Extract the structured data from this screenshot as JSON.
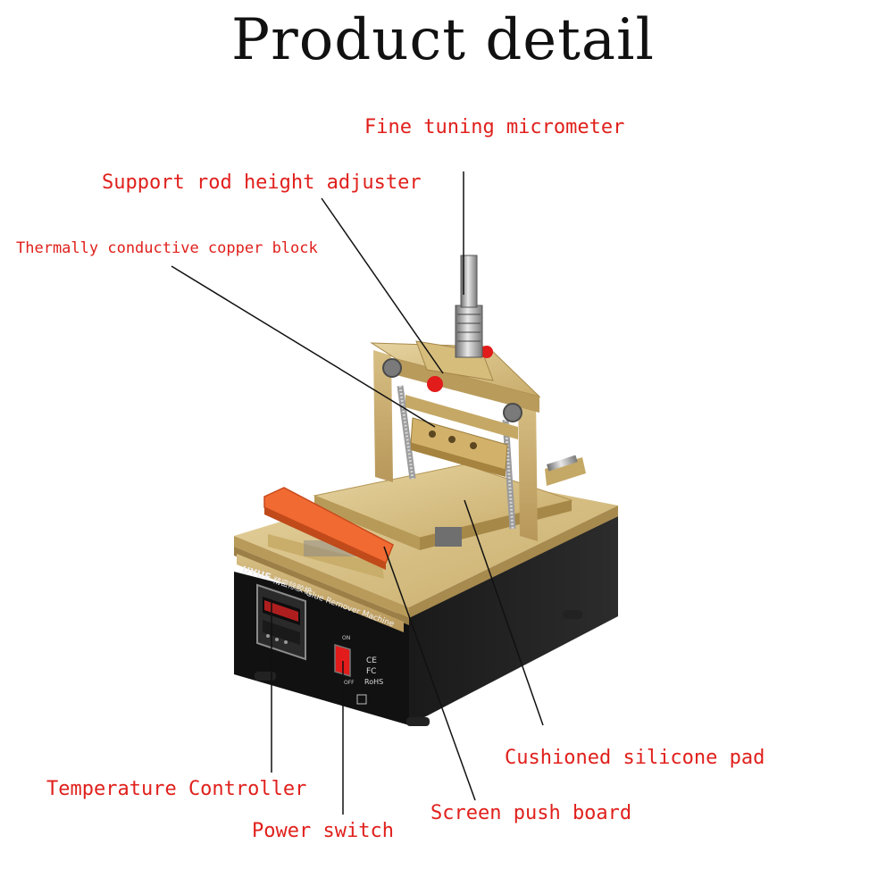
{
  "title": "Product detail",
  "label_color": "#e0201c",
  "callouts": {
    "micrometer": "Fine tuning micrometer",
    "support_rod": "Support rod height adjuster",
    "copper_block": "Thermally conductive copper block",
    "temperature": "Temperature Controller",
    "power_switch": "Power switch",
    "push_board": "Screen push board",
    "silicone_pad": "Cushioned silicone pad"
  },
  "machine": {
    "brand": "UYUE",
    "chinese_name": "精密除胶机",
    "english_name": "Glue Remover Machine",
    "switch_on": "ON",
    "switch_off": "OFF",
    "certifications": [
      "CE",
      "FC",
      "RoHS"
    ]
  }
}
